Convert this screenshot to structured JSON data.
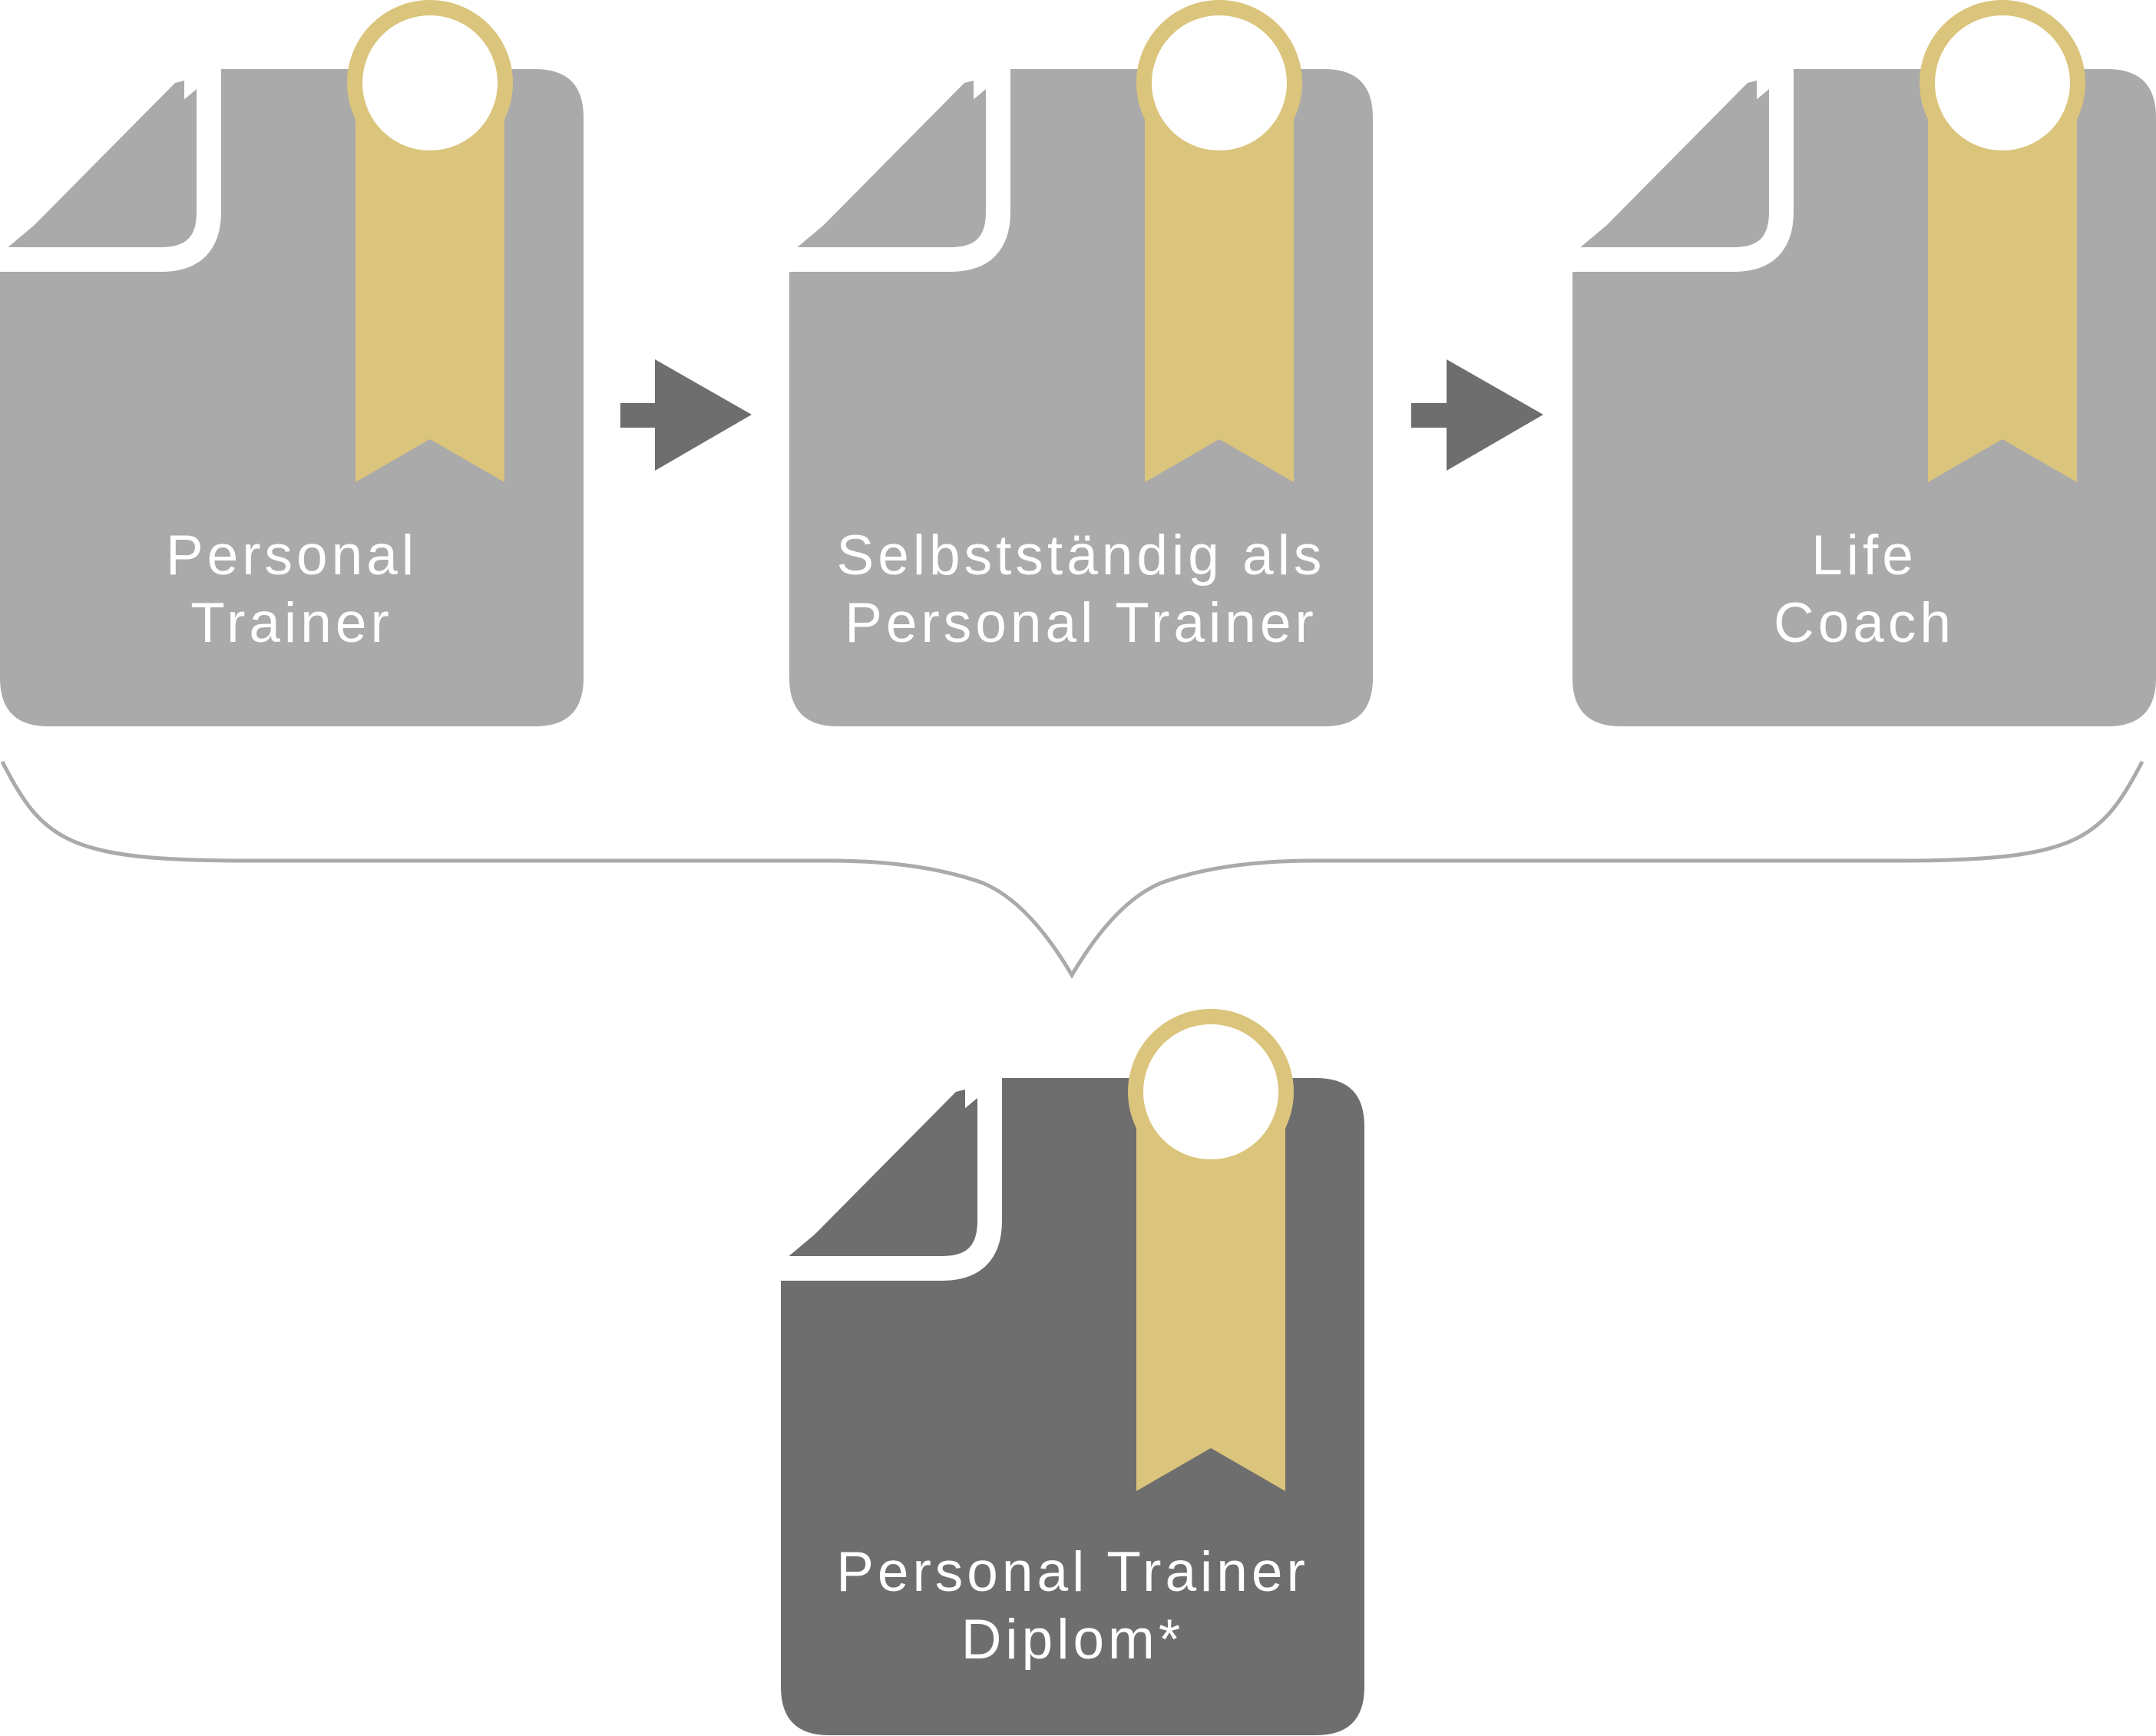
{
  "colors": {
    "doc_light": "#aaaaaa",
    "doc_dark": "#6e6e6e",
    "ribbon_gold": "#dbc47b",
    "seal_white": "#ffffff",
    "arrow": "#6e6e6e",
    "brace": "#aaaaaa"
  },
  "certificates": [
    {
      "id": "personal-trainer",
      "lines": [
        "Personal",
        "Trainer"
      ],
      "icon": "certificate-icon"
    },
    {
      "id": "selbststaendig",
      "lines": [
        "Selbstständig als",
        "Personal Trainer"
      ],
      "icon": "certificate-icon"
    },
    {
      "id": "life-coach",
      "lines": [
        "Life",
        "Coach"
      ],
      "icon": "certificate-icon"
    }
  ],
  "result": {
    "id": "diplom",
    "lines": [
      "Personal Trainer",
      "Diplom*"
    ],
    "icon": "certificate-icon"
  }
}
